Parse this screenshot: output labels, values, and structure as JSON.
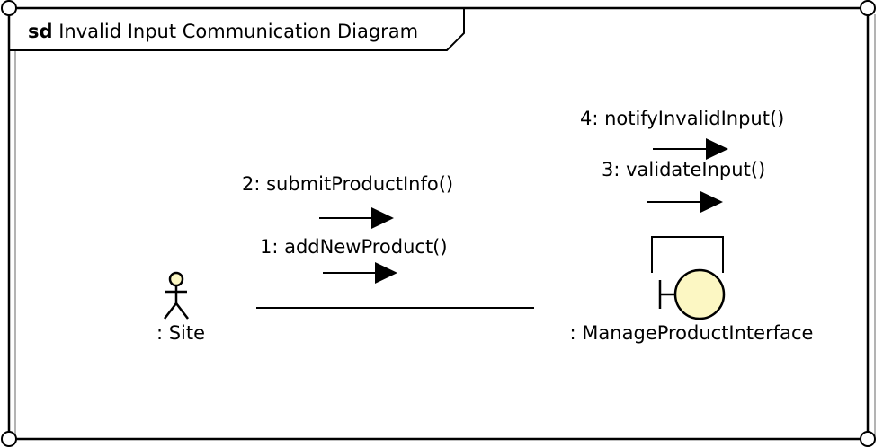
{
  "frame": {
    "keyword": "sd",
    "title": "Invalid Input Communication Diagram"
  },
  "lifelines": {
    "actor": {
      "label": ": Site"
    },
    "boundary": {
      "label": ": ManageProductInterface"
    }
  },
  "messages": [
    {
      "label": "1: addNewProduct()"
    },
    {
      "label": "2: submitProductInfo()"
    },
    {
      "label": "3: validateInput()"
    },
    {
      "label": "4: notifyInvalidInput()"
    }
  ],
  "colors": {
    "line": "#000000",
    "frame_handle_fill": "#ffffff",
    "boundary_fill": "#fcf7c3",
    "actor_head_fill": "#fcf7c3"
  }
}
